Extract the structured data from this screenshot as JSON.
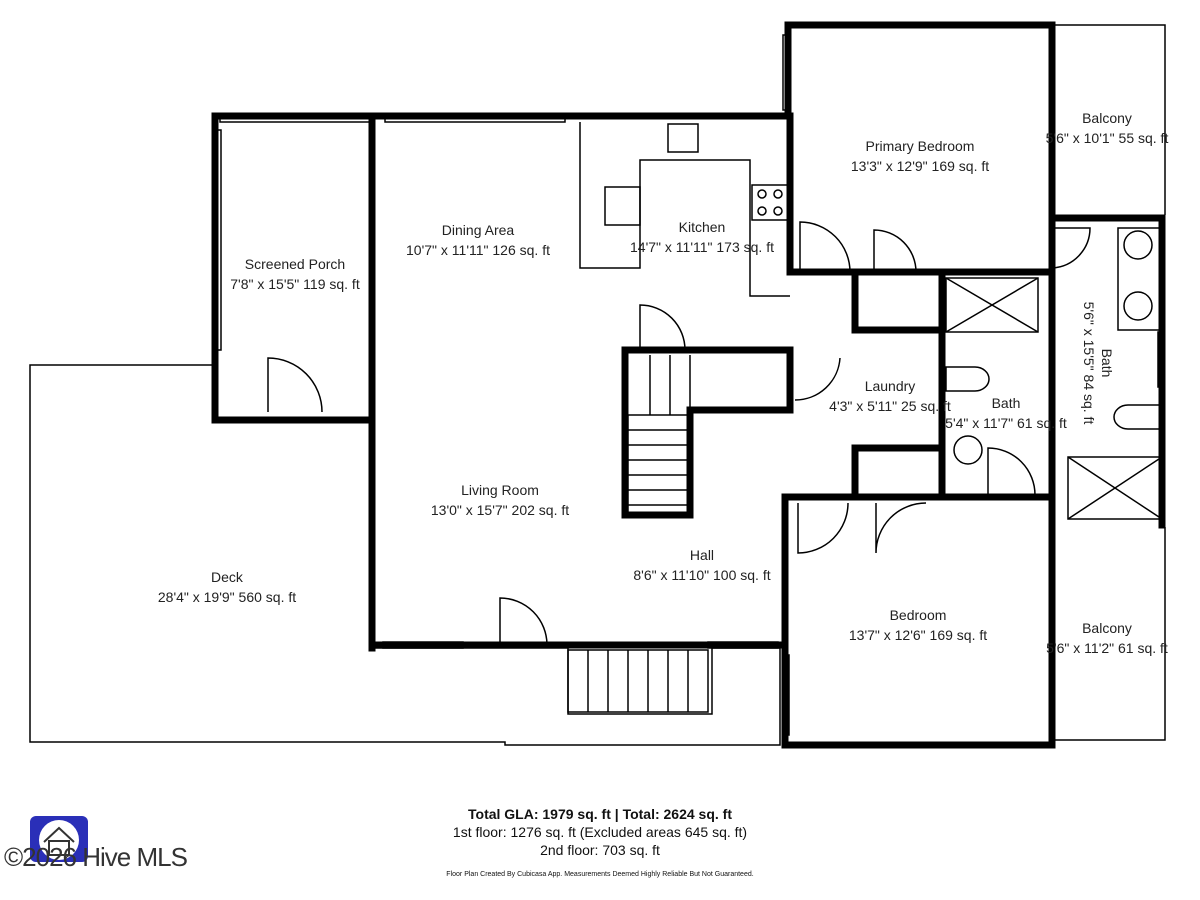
{
  "rooms": [
    {
      "name": "Screened Porch",
      "dims": "7'8\" x 15'5\" 119 sq. ft"
    },
    {
      "name": "Dining Area",
      "dims": "10'7\" x 11'11\" 126 sq. ft"
    },
    {
      "name": "Kitchen",
      "dims": "14'7\" x 11'11\" 173 sq. ft"
    },
    {
      "name": "Primary Bedroom",
      "dims": "13'3\" x 12'9\" 169 sq. ft"
    },
    {
      "name": "Balcony",
      "dims": "5'6\" x 10'1\" 55 sq. ft"
    },
    {
      "name": "Bath",
      "dims": "5'6\" x 15'5\" 84 sq. ft"
    },
    {
      "name": "Laundry",
      "dims": "4'3\" x 5'11\" 25 sq. ft"
    },
    {
      "name": "Bath",
      "dims": "5'4\" x 11'7\" 61 sq. ft"
    },
    {
      "name": "Living Room",
      "dims": "13'0\" x 15'7\" 202 sq. ft"
    },
    {
      "name": "Hall",
      "dims": "8'6\" x 11'10\" 100 sq. ft"
    },
    {
      "name": "Deck",
      "dims": "28'4\" x 19'9\" 560 sq. ft"
    },
    {
      "name": "Bedroom",
      "dims": "13'7\" x 12'6\" 169 sq. ft"
    },
    {
      "name": "Balcony",
      "dims": "5'6\" x 11'2\" 61 sq. ft"
    }
  ],
  "summary": {
    "total": "Total GLA: 1979 sq. ft | Total: 2624 sq. ft",
    "first_floor": "1st floor: 1276 sq. ft (Excluded areas 645 sq. ft)",
    "second_floor": "2nd floor: 703 sq. ft",
    "disclaimer": "Floor Plan Created By Cubicasa App. Measurements Deemed Highly Reliable But Not Guaranteed."
  },
  "watermark": "©2026 Hive MLS",
  "colors": {
    "wall": "#000000",
    "logo": "#2a2fb8"
  }
}
